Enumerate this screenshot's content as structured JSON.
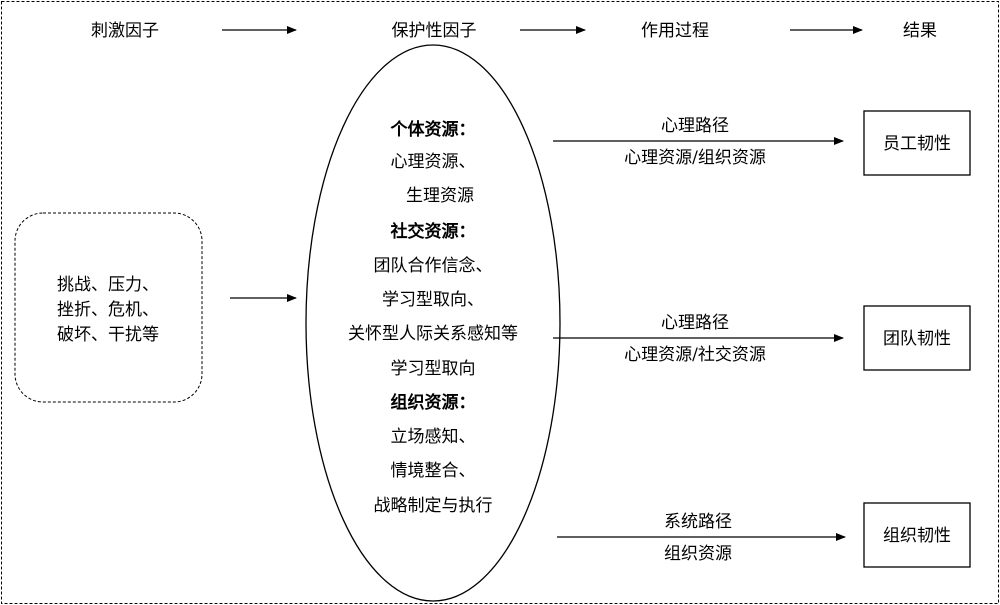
{
  "header": {
    "stimulus": "刺激因子",
    "protective": "保护性因子",
    "process": "作用过程",
    "result": "结果"
  },
  "stimulus_box": {
    "lines": [
      "挑战、压力、",
      "挫折、危机、",
      "破坏、干扰等"
    ]
  },
  "ellipse": {
    "lines": [
      {
        "text": "个体资源：",
        "bold": true
      },
      {
        "text": "心理资源、",
        "bold": false
      },
      {
        "text": "生理资源",
        "bold": false
      },
      {
        "text": "社交资源：",
        "bold": true
      },
      {
        "text": "团队合作信念、",
        "bold": false
      },
      {
        "text": "学习型取向、",
        "bold": false
      },
      {
        "text": "关怀型人际关系感知等",
        "bold": false
      },
      {
        "text": "学习型取向",
        "bold": false
      },
      {
        "text": "组织资源：",
        "bold": true
      },
      {
        "text": "立场感知、",
        "bold": false
      },
      {
        "text": "情境整合、",
        "bold": false
      },
      {
        "text": "战略制定与执行",
        "bold": false
      }
    ]
  },
  "paths": [
    {
      "top": "心理路径",
      "bottom": "心理资源/组织资源",
      "result": "员工韧性"
    },
    {
      "top": "心理路径",
      "bottom": "心理资源/社交资源",
      "result": "团队韧性"
    },
    {
      "top": "系统路径",
      "bottom": "组织资源",
      "result": "组织韧性"
    }
  ]
}
